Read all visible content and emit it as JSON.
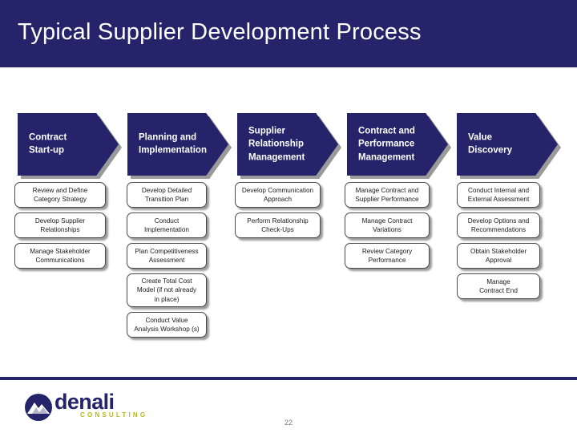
{
  "slide": {
    "title": "Typical Supplier Development Process",
    "page_number": "22",
    "header_color": "#25246a",
    "chevron_color": "#25246a"
  },
  "process": {
    "stages": [
      {
        "label": "Contract\nStart-up",
        "tasks": [
          "Review and Define\nCategory Strategy",
          "Develop Supplier\nRelationships",
          "Manage Stakeholder\nCommunications"
        ]
      },
      {
        "label": "Planning and\nImplementation",
        "tasks": [
          "Develop Detailed\nTransition Plan",
          "Conduct\nImplementation",
          "Plan Competitiveness\nAssessment",
          "Create Total Cost\nModel (if not already\nin place)",
          "Conduct Value\nAnalysis Workshop (s)"
        ]
      },
      {
        "label": "Supplier\nRelationship\nManagement",
        "tasks": [
          "Develop Communication\nApproach",
          "Perform Relationship\nCheck-Ups"
        ]
      },
      {
        "label": "Contract and\nPerformance\nManagement",
        "tasks": [
          "Manage Contract and\nSupplier Performance",
          "Manage Contract\nVariations",
          "Review Category\nPerformance"
        ]
      },
      {
        "label": "Value\nDiscovery",
        "tasks": [
          "Conduct Internal and\nExternal Assessment",
          "Develop Options and\nRecommendations",
          "Obtain Stakeholder\nApproval",
          "Manage\nContract End"
        ]
      }
    ]
  },
  "footer": {
    "logo_word": "denali",
    "logo_sub": "CONSULTING",
    "logo_word_color": "#25246a",
    "logo_sub_color": "#b5b51d",
    "logo_mark_name": "denali-mountain-icon"
  }
}
